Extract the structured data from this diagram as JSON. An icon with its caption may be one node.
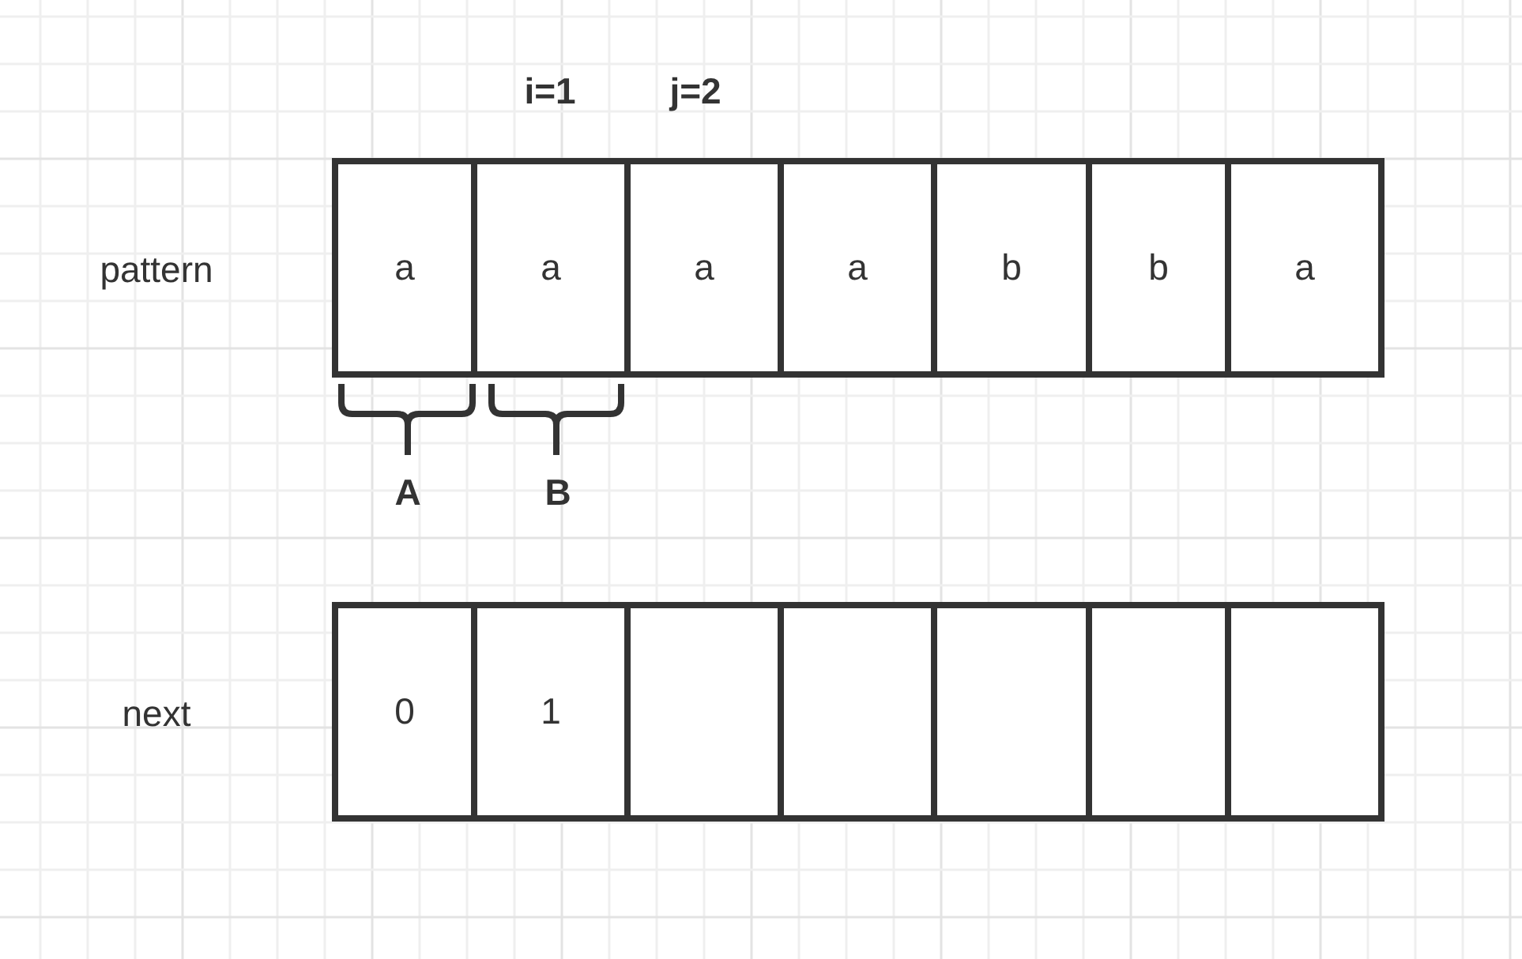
{
  "diagram": {
    "nodes": [
      {
        "text": [
          "a"
        ]
      },
      {
        "text": [
          "a"
        ]
      },
      {
        "text": [
          "a"
        ]
      },
      {
        "text": [
          "a"
        ]
      },
      {
        "text": [
          "b"
        ]
      },
      {
        "text": [
          "b"
        ]
      },
      {
        "text": [
          "a"
        ]
      },
      {
        "text": [
          "0"
        ]
      },
      {
        "text": [
          "1"
        ]
      },
      {
        "text": [],
        "shape": "box"
      },
      {
        "text": [],
        "shape": "box"
      },
      {
        "text": [],
        "shape": "box"
      },
      {
        "text": [],
        "shape": "box"
      },
      {
        "text": [],
        "shape": "box"
      }
    ],
    "labels": [
      "i=1",
      "j=2",
      "pattern",
      "A",
      "B",
      "next"
    ]
  }
}
